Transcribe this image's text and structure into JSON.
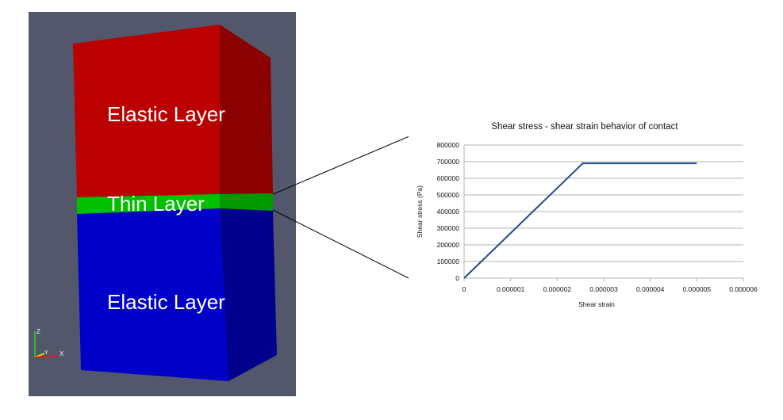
{
  "diagram": {
    "layers": [
      {
        "label": "Elastic Layer",
        "color": "#bb0000",
        "side_color": "#8b0000"
      },
      {
        "label": "Thin Layer",
        "color": "#00c000",
        "side_color": "#009a00"
      },
      {
        "label": "Elastic Layer",
        "color": "#0000c8",
        "side_color": "#00008c"
      }
    ],
    "background_color": "#53576b",
    "axes_triad": {
      "z": "Z",
      "y": "Y",
      "x": "X"
    }
  },
  "chart_data": {
    "type": "line",
    "title": "Shear stress - shear strain behavior of contact",
    "xlabel": "Shear strain",
    "ylabel": "Shear stress (Pa)",
    "xlim": [
      0,
      6e-06
    ],
    "ylim": [
      0,
      800000
    ],
    "x_ticks": [
      "0",
      "0.000001",
      "0.000002",
      "0.000003",
      "0.000004",
      "0.000005",
      "0.000006"
    ],
    "y_ticks": [
      "0",
      "100000",
      "200000",
      "300000",
      "400000",
      "500000",
      "600000",
      "700000",
      "800000"
    ],
    "grid": "horizontal",
    "series": [
      {
        "x": [
          0,
          2.55e-06,
          5e-06
        ],
        "y": [
          0,
          690000,
          690000
        ],
        "color": "#1f4e8c"
      }
    ]
  }
}
